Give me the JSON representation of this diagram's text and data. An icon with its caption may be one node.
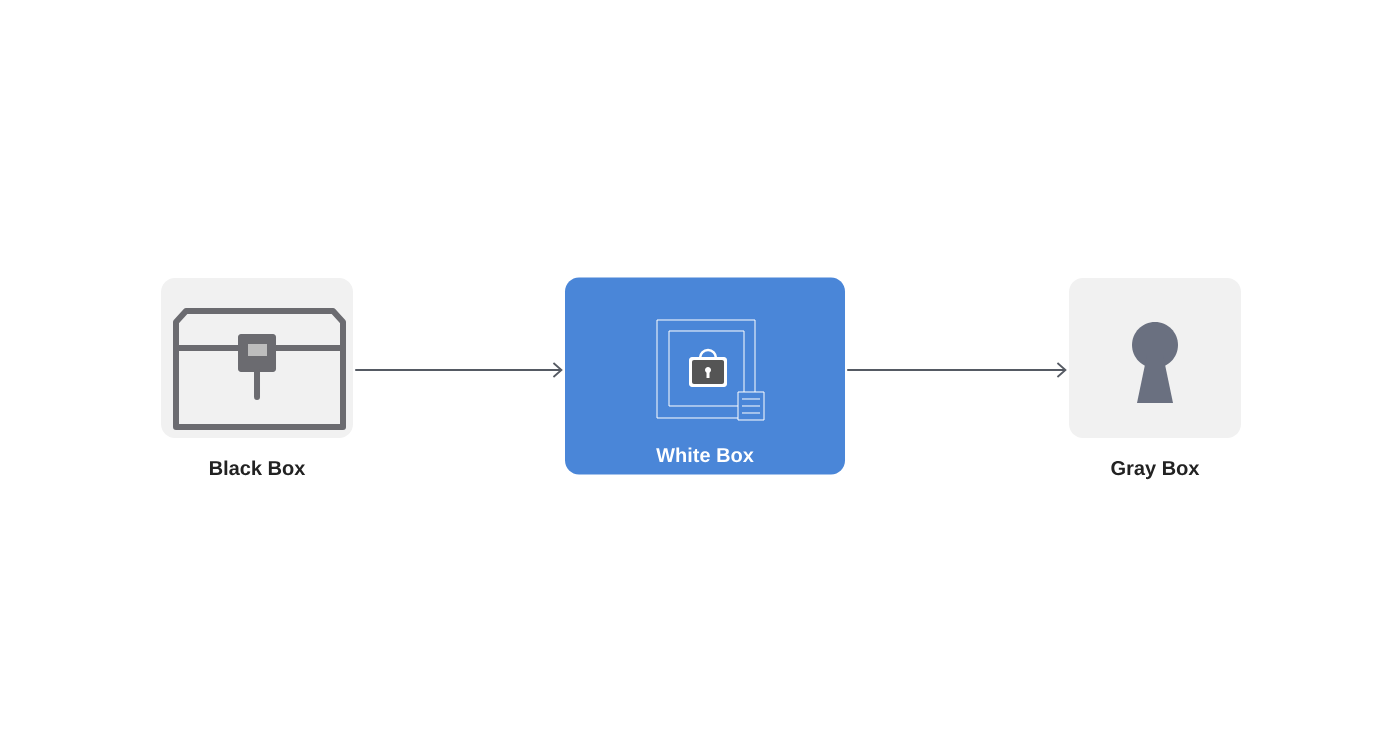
{
  "diagram": {
    "nodes": [
      {
        "text": [
          "Black Box"
        ]
      },
      {
        "text": [
          "White Box"
        ]
      },
      {
        "text": [
          "Gray Box"
        ]
      }
    ],
    "edges": [
      {
        "from": 0,
        "to": 1,
        "arrow": "to"
      },
      {
        "from": 1,
        "to": 2,
        "arrow": "to"
      }
    ]
  }
}
